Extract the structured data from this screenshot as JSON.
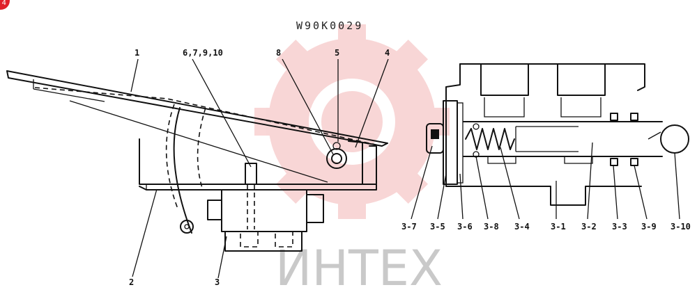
{
  "diagram": {
    "code": "W90K0029",
    "watermark": "ИНТЕХ",
    "badge": "4",
    "colors": {
      "line": "#111111",
      "watermark_gear": "#f4b6b6",
      "watermark_text": "#c9c9c9",
      "badge": "#e0202a"
    },
    "left_callouts": [
      "1",
      "6,7,9,10",
      "8",
      "5",
      "4",
      "2",
      "3"
    ],
    "right_callouts": [
      "3-7",
      "3-5",
      "3-6",
      "3-8",
      "3-4",
      "3-1",
      "3-2",
      "3-3",
      "3-9",
      "3-10"
    ]
  }
}
